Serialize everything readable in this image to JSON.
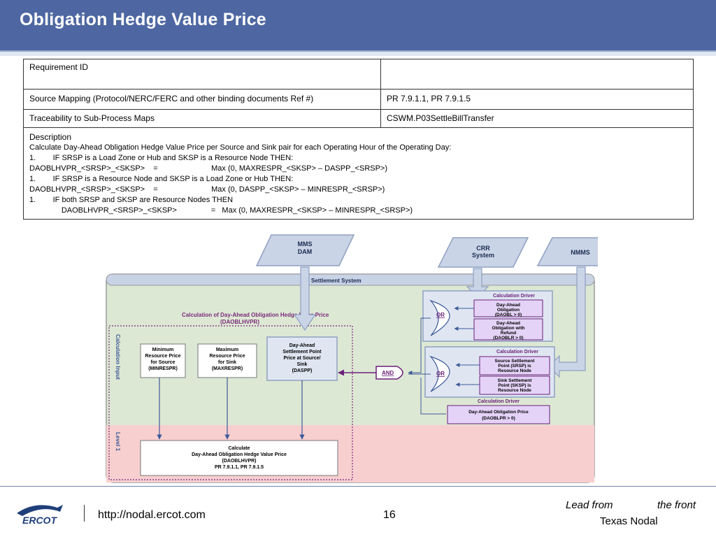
{
  "header": {
    "title": "Obligation Hedge Value Price"
  },
  "table": {
    "rows": [
      {
        "label": "Requirement ID",
        "value": ""
      },
      {
        "label": "Source Mapping (Protocol/NERC/FERC and other binding documents Ref #)",
        "value": "PR 7.9.1.1, PR 7.9.1.5"
      },
      {
        "label": "Traceability to Sub-Process Maps",
        "value": "CSWM.P03SettleBillTransfer"
      }
    ],
    "description": {
      "heading": "Description",
      "lines": [
        "Calculate Day-Ahead Obligation Hedge Value Price per Source and Sink pair for each Operating Hour of the Operating Day:",
        "1.        IF SRSP is a Load Zone or Hub and SKSP is a Resource Node THEN:",
        "DAOBLHVPR_<SRSP>_<SKSP>    =                         Max (0, MAXRESPR_<SKSP> – DASPP_<SRSP>)",
        "1.        IF SRSP is a Resource Node and SKSP is a Load Zone or Hub THEN:",
        "DAOBLHVPR_<SRSP>_<SKSP>    =                         Max (0, DASPP_<SKSP> – MINRESPR_<SRSP>)",
        "1.        IF both SRSP and SKSP are Resource Nodes THEN",
        "               DAOBLHVPR_<SRSP>_<SKSP>                =   Max (0, MAXRESPR_<SKSP> – MINRESPR_<SRSP>)"
      ]
    }
  },
  "diagram": {
    "mms": [
      "MMS",
      "DAM"
    ],
    "crr": [
      "CRR",
      "System"
    ],
    "nmms": "NMMS",
    "settlement_system": "Settlement System",
    "calc_title": [
      "Calculation of Day-Ahead Obligation Hedge Value Price",
      "(DAOBLHVPR)"
    ],
    "calculation_input": "Calculation Input",
    "level": "Level 1",
    "min_price": [
      "Minimum",
      "Resource Price",
      "for Source",
      "(MINRESPR)"
    ],
    "max_price": [
      "Maximum",
      "Resource Price",
      "for Sink",
      "(MAXRESPR)"
    ],
    "daspp": [
      "Day-Ahead",
      "Settlement Point",
      "Price at Source/",
      "Sink",
      "(DASPP)"
    ],
    "calc_box": [
      "Calculate",
      "Day-Ahead Obligation Hedge Value Price",
      "(DAOBLHVPR)",
      "PR 7.9.1.1, PR 7.9.1.5"
    ],
    "driver1": {
      "label": "Calculation Driver",
      "or": "OR",
      "item1": [
        "Day-Ahead",
        "Obligation",
        "(DAOBL > 0)"
      ],
      "item2": [
        "Day-Ahead",
        "Obligation with",
        "Refund",
        "(DAOBLR > 0)"
      ]
    },
    "driver2": {
      "label": "Calculation Driver",
      "or": "OR",
      "item1": [
        "Source Settlement",
        "Point (SRSP) is",
        "Resource Node"
      ],
      "item2": [
        "Sink Settlement",
        "Point (SKSP) is",
        "Resource Node"
      ]
    },
    "and": "AND",
    "driver3": {
      "label": "Calculation Driver",
      "item": [
        "Day-Ahead Obligation Price",
        "(DAOBLPR > 0)"
      ]
    }
  },
  "footer": {
    "logo_text": "ERCOT",
    "url": "http://nodal.ercot.com",
    "page": "16",
    "lead_from": "Lead from",
    "the_front": "the front",
    "texas_nodal": "Texas Nodal"
  },
  "colors": {
    "header_bg": "#4e67a2",
    "settlement_green": "#dde8d4",
    "level_pink": "#f7cfcf",
    "driver_purple": "#e4d3f7",
    "accent_blue": "#3d5a98"
  }
}
